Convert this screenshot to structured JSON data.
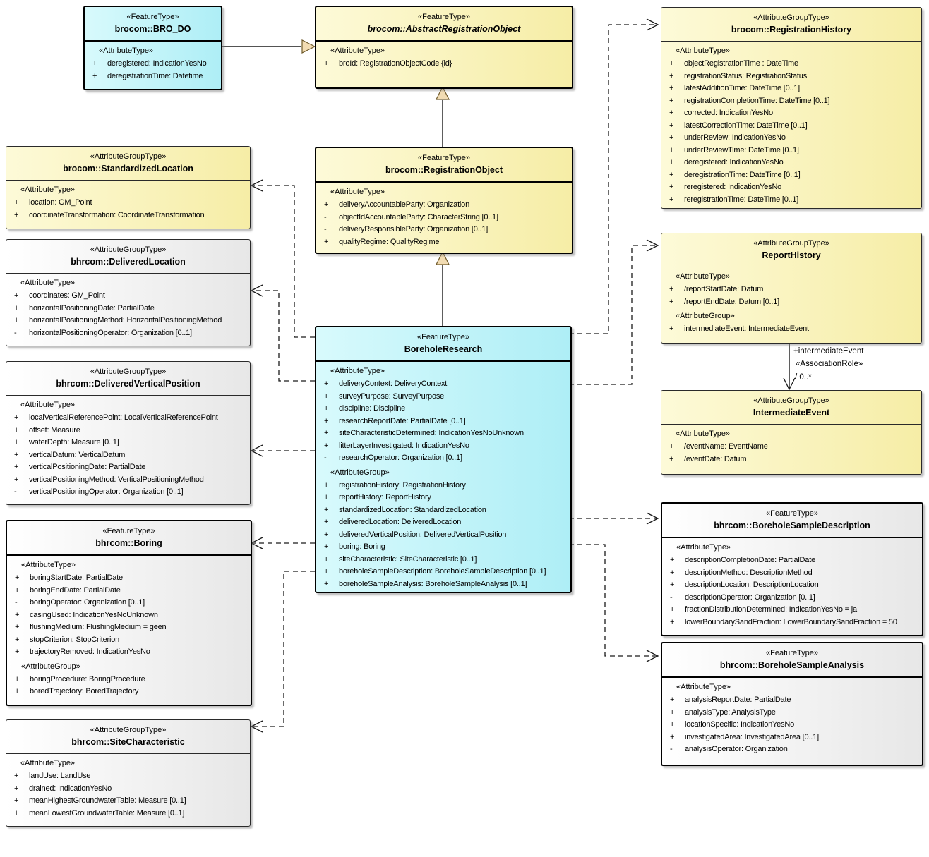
{
  "colors": {
    "feature_cyan": "#c7f4f9",
    "group_yellow": "#f8f0ad",
    "plain_gray": "#ececec",
    "generalization_arrow_fill": "#f2dcb3"
  },
  "assoc": {
    "role": "+intermediateEvent",
    "stereotype": "«AssociationRole»",
    "multiplicity": "/ 0..*"
  },
  "classes": {
    "broDo": {
      "stereotype": "«FeatureType»",
      "name": "brocom::BRO_DO",
      "sections": [
        {
          "label": "«AttributeType»",
          "attrs": [
            [
              "+",
              "deregistered: IndicationYesNo"
            ],
            [
              "+",
              "deregistrationTime: Datetime"
            ]
          ]
        }
      ]
    },
    "abstractRegistrationObject": {
      "stereotype": "«FeatureType»",
      "name": "brocom::AbstractRegistrationObject",
      "sections": [
        {
          "label": "«AttributeType»",
          "attrs": [
            [
              "+",
              "broId: RegistrationObjectCode {id}"
            ]
          ]
        }
      ]
    },
    "registrationHistory": {
      "stereotype": "«AttributeGroupType»",
      "name": "brocom::RegistrationHistory",
      "sections": [
        {
          "label": "«AttributeType»",
          "attrs": [
            [
              "+",
              "objectRegistrationTime : DateTime"
            ],
            [
              "+",
              "registrationStatus: RegistrationStatus"
            ],
            [
              "+",
              "latestAdditionTime: DateTime [0..1]"
            ],
            [
              "+",
              "registrationCompletionTime: DateTime [0..1]"
            ],
            [
              "+",
              "corrected: IndicationYesNo"
            ],
            [
              "+",
              "latestCorrectionTime: DateTime [0..1]"
            ],
            [
              "+",
              "underReview: IndicationYesNo"
            ],
            [
              "+",
              "underReviewTime: DateTime [0..1]"
            ],
            [
              "+",
              "deregistered: IndicationYesNo"
            ],
            [
              "+",
              "deregistrationTime: DateTime [0..1]"
            ],
            [
              "+",
              "reregistered: IndicationYesNo"
            ],
            [
              "+",
              "reregistrationTime: DateTime [0..1]"
            ]
          ]
        }
      ]
    },
    "standardizedLocation": {
      "stereotype": "«AttributeGroupType»",
      "name": "brocom::StandardizedLocation",
      "sections": [
        {
          "label": "«AttributeType»",
          "attrs": [
            [
              "+",
              "location: GM_Point"
            ],
            [
              "+",
              "coordinateTransformation: CoordinateTransformation"
            ]
          ]
        }
      ]
    },
    "registrationObject": {
      "stereotype": "«FeatureType»",
      "name": "brocom::RegistrationObject",
      "sections": [
        {
          "label": "«AttributeType»",
          "attrs": [
            [
              "+",
              "deliveryAccountableParty: Organization"
            ],
            [
              "-",
              "objectIdAccountableParty: CharacterString [0..1]"
            ],
            [
              "-",
              "deliveryResponsibleParty: Organization [0..1]"
            ],
            [
              "+",
              "qualityRegime: QualityRegime"
            ]
          ]
        }
      ]
    },
    "deliveredLocation": {
      "stereotype": "«AttributeGroupType»",
      "name": "bhrcom::DeliveredLocation",
      "sections": [
        {
          "label": "«AttributeType»",
          "attrs": [
            [
              "+",
              "coordinates: GM_Point"
            ],
            [
              "+",
              "horizontalPositioningDate: PartialDate"
            ],
            [
              "+",
              "horizontalPositioningMethod: HorizontalPositioningMethod"
            ],
            [
              "-",
              "horizontalPositioningOperator: Organization [0..1]"
            ]
          ]
        }
      ]
    },
    "deliveredVerticalPosition": {
      "stereotype": "«AttributeGroupType»",
      "name": "bhrcom::DeliveredVerticalPosition",
      "sections": [
        {
          "label": "«AttributeType»",
          "attrs": [
            [
              "+",
              "localVerticalReferencePoint: LocalVerticalReferencePoint"
            ],
            [
              "+",
              "offset: Measure"
            ],
            [
              "+",
              "waterDepth: Measure [0..1]"
            ],
            [
              "+",
              "verticalDatum: VerticalDatum"
            ],
            [
              "+",
              "verticalPositioningDate: PartialDate"
            ],
            [
              "+",
              "verticalPositioningMethod: VerticalPositioningMethod"
            ],
            [
              "-",
              "verticalPositioningOperator: Organization [0..1]"
            ]
          ]
        }
      ]
    },
    "boring": {
      "stereotype": "«FeatureType»",
      "name": "bhrcom::Boring",
      "sections": [
        {
          "label": "«AttributeType»",
          "attrs": [
            [
              "+",
              "boringStartDate: PartialDate"
            ],
            [
              "+",
              "boringEndDate: PartialDate"
            ],
            [
              "-",
              "boringOperator: Organization [0..1]"
            ],
            [
              "+",
              "casingUsed: IndicationYesNoUnknown"
            ],
            [
              "+",
              "flushingMedium: FlushingMedium = geen"
            ],
            [
              "+",
              "stopCriterion: StopCriterion"
            ],
            [
              "+",
              "trajectoryRemoved: IndicationYesNo"
            ]
          ]
        },
        {
          "label": "«AttributeGroup»",
          "attrs": [
            [
              "+",
              "boringProcedure: BoringProcedure"
            ],
            [
              "+",
              "boredTrajectory: BoredTrajectory"
            ]
          ]
        }
      ]
    },
    "siteCharacteristic": {
      "stereotype": "«AttributeGroupType»",
      "name": "bhrcom::SiteCharacteristic",
      "sections": [
        {
          "label": "«AttributeType»",
          "attrs": [
            [
              "+",
              "landUse: LandUse"
            ],
            [
              "+",
              "drained: IndicationYesNo"
            ],
            [
              "+",
              "meanHighestGroundwaterTable: Measure [0..1]"
            ],
            [
              "+",
              "meanLowestGroundwaterTable: Measure [0..1]"
            ]
          ]
        }
      ]
    },
    "boreholeResearch": {
      "stereotype": "«FeatureType»",
      "name": "BoreholeResearch",
      "sections": [
        {
          "label": "«AttributeType»",
          "attrs": [
            [
              "+",
              "deliveryContext: DeliveryContext"
            ],
            [
              "+",
              "surveyPurpose: SurveyPurpose"
            ],
            [
              "+",
              "discipline: Discipline"
            ],
            [
              "+",
              "researchReportDate: PartialDate [0..1]"
            ],
            [
              "+",
              "siteCharacteristicDetermined: IndicationYesNoUnknown"
            ],
            [
              "+",
              "litterLayerInvestigated: IndicationYesNo"
            ],
            [
              "-",
              "researchOperator: Organization [0..1]"
            ]
          ]
        },
        {
          "label": "«AttributeGroup»",
          "attrs": [
            [
              "+",
              "registrationHistory: RegistrationHistory"
            ],
            [
              "+",
              "reportHistory: ReportHistory"
            ],
            [
              "+",
              "standardizedLocation: StandardizedLocation"
            ],
            [
              "+",
              "deliveredLocation: DeliveredLocation"
            ],
            [
              "+",
              "deliveredVerticalPosition: DeliveredVerticalPosition"
            ],
            [
              "+",
              "boring: Boring"
            ],
            [
              "+",
              "siteCharacteristic: SiteCharacteristic [0..1]"
            ],
            [
              "+",
              "boreholeSampleDescription: BoreholeSampleDescription [0..1]"
            ],
            [
              "+",
              "boreholeSampleAnalysis: BoreholeSampleAnalysis [0..1]"
            ]
          ]
        }
      ]
    },
    "reportHistory": {
      "stereotype": "«AttributeGroupType»",
      "name": "ReportHistory",
      "sections": [
        {
          "label": "«AttributeType»",
          "attrs": [
            [
              "+",
              "/reportStartDate: Datum"
            ],
            [
              "+",
              "/reportEndDate: Datum [0..1]"
            ]
          ]
        },
        {
          "label": "«AttributeGroup»",
          "attrs": [
            [
              "+",
              "intermediateEvent: IntermediateEvent"
            ]
          ]
        }
      ]
    },
    "intermediateEvent": {
      "stereotype": "«AttributeGroupType»",
      "name": "IntermediateEvent",
      "sections": [
        {
          "label": "«AttributeType»",
          "attrs": [
            [
              "+",
              "/eventName: EventName"
            ],
            [
              "+",
              "/eventDate: Datum"
            ]
          ]
        }
      ]
    },
    "boreholeSampleDescription": {
      "stereotype": "«FeatureType»",
      "name": "bhrcom::BoreholeSampleDescription",
      "sections": [
        {
          "label": "«AttributeType»",
          "attrs": [
            [
              "+",
              "descriptionCompletionDate: PartialDate"
            ],
            [
              "+",
              "descriptionMethod: DescriptionMethod"
            ],
            [
              "+",
              "descriptionLocation: DescriptionLocation"
            ],
            [
              "-",
              "descriptionOperator: Organization [0..1]"
            ],
            [
              "+",
              "fractionDistributionDetermined: IndicationYesNo = ja"
            ],
            [
              "+",
              "lowerBoundarySandFraction: LowerBoundarySandFraction = 50"
            ]
          ]
        }
      ]
    },
    "boreholeSampleAnalysis": {
      "stereotype": "«FeatureType»",
      "name": "bhrcom::BoreholeSampleAnalysis",
      "sections": [
        {
          "label": "«AttributeType»",
          "attrs": [
            [
              "+",
              "analysisReportDate: PartialDate"
            ],
            [
              "+",
              "analysisType: AnalysisType"
            ],
            [
              "+",
              "locationSpecific: IndicationYesNo"
            ],
            [
              "+",
              "investigatedArea: InvestigatedArea [0..1]"
            ],
            [
              "-",
              "analysisOperator: Organization"
            ]
          ]
        }
      ]
    }
  }
}
